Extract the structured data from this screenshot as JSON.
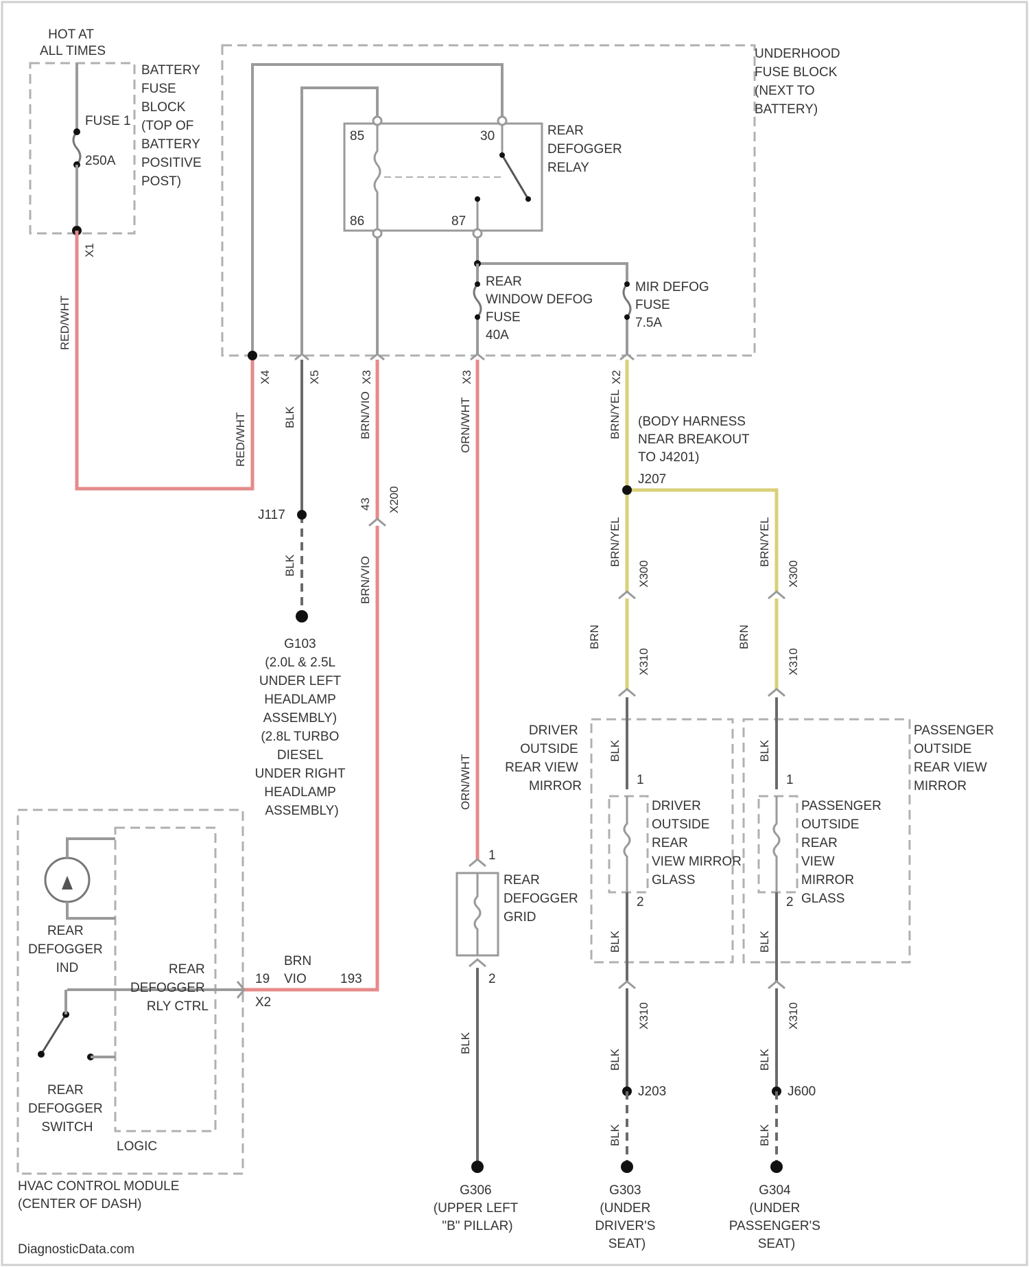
{
  "colors": {
    "wire": "#9a9a9a",
    "red_wire": "#e58b8b",
    "yellow_wire": "#d9d07a",
    "frame": "#b0b0b0",
    "ground": "#111111"
  },
  "power": {
    "hot_label": [
      "HOT AT",
      "ALL TIMES"
    ],
    "battery_block": [
      "BATTERY",
      "FUSE",
      "BLOCK",
      "(TOP OF",
      "BATTERY",
      "POSITIVE",
      "POST)"
    ],
    "fuse_name": "FUSE 1",
    "fuse_rating": "250A",
    "pin": "X1",
    "wire_color": "RED/WHT"
  },
  "underhood": {
    "block_label": [
      "UNDERHOOD",
      "FUSE BLOCK",
      "(NEXT TO",
      "BATTERY)"
    ],
    "relay_label": [
      "REAR",
      "DEFOGGER",
      "RELAY"
    ],
    "relay_pins": {
      "p85": "85",
      "p30": "30",
      "p86": "86",
      "p87": "87"
    },
    "fuse_rear": [
      "REAR",
      "WINDOW DEFOG",
      "FUSE",
      "40A"
    ],
    "fuse_mir": [
      "MIR DEFOG",
      "FUSE",
      "7.5A"
    ],
    "connectors": {
      "c1": "X4",
      "c2": "X5",
      "c3": "X3",
      "c4": "X3",
      "c5": "X2"
    }
  },
  "ground_left": {
    "wire1": "BLK",
    "splice": "J117",
    "wire2": "BLK",
    "label": [
      "G103",
      "(2.0L & 2.5L",
      "UNDER LEFT",
      "HEADLAMP",
      "ASSEMBLY)",
      "(2.8L TURBO",
      "DIESEL",
      "UNDER RIGHT",
      "HEADLAMP",
      "ASSEMBLY)"
    ]
  },
  "relay_ctrl": {
    "wire1": "BRN/VIO",
    "connector": "X200",
    "pin": "43",
    "wire2": "BRN/VIO"
  },
  "hvac": {
    "label": [
      "HVAC CONTROL MODULE",
      "(CENTER OF DASH)"
    ],
    "indicator": [
      "REAR",
      "DEFOGGER",
      "IND"
    ],
    "switch": [
      "REAR",
      "DEFOGGER",
      "SWITCH"
    ],
    "logic": "LOGIC",
    "ctrl": [
      "REAR",
      "DEFOGGER",
      "RLY CTRL"
    ],
    "pin": "X2",
    "pin_num": "19",
    "wire": [
      "BRN",
      "VIO"
    ],
    "circuit": "193"
  },
  "grid": {
    "wire1": "ORN/WHT",
    "wire2": "ORN/WHT",
    "label": [
      "REAR",
      "DEFOGGER",
      "GRID"
    ],
    "pin_top": "1",
    "pin_bot": "2",
    "wire3": "BLK",
    "ground": [
      "G306",
      "(UPPER LEFT",
      "\"B\" PILLAR)"
    ]
  },
  "mirrors": {
    "harness": [
      "(BODY HARNESS",
      "NEAR BREAKOUT",
      "TO J4201)"
    ],
    "splice": "J207",
    "wire_top": "BRN/YEL",
    "conn_top": "X300",
    "wire_mid": "BRN",
    "conn_mid": "X310",
    "driver_box": [
      "DRIVER",
      "OUTSIDE",
      "REAR VIEW",
      "MIRROR"
    ],
    "passenger_box": [
      "PASSENGER",
      "OUTSIDE",
      "REAR VIEW",
      "MIRROR"
    ],
    "driver_glass": [
      "DRIVER",
      "OUTSIDE",
      "REAR",
      "VIEW MIRROR",
      "GLASS"
    ],
    "passenger_glass": [
      "PASSENGER",
      "OUTSIDE",
      "REAR",
      "VIEW",
      "MIRROR",
      "GLASS"
    ],
    "pin_a": "1",
    "pin_b": "2",
    "wire_blk": "BLK",
    "conn_bot": "X310",
    "splice_d": "J203",
    "splice_p": "J600",
    "ground_d": [
      "G303",
      "(UNDER",
      "DRIVER'S",
      "SEAT)"
    ],
    "ground_p": [
      "G304",
      "(UNDER",
      "PASSENGER'S",
      "SEAT)"
    ]
  },
  "footer": "DiagnosticData.com"
}
